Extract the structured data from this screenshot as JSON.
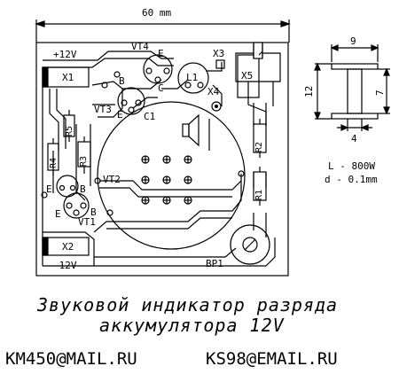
{
  "dimension": {
    "width": "60 mm"
  },
  "terminals": {
    "plus": "+12V",
    "minus": "-12V"
  },
  "connectors": [
    "X1",
    "X2",
    "X3",
    "X4",
    "X5"
  ],
  "transistors": [
    "VT1",
    "VT2",
    "VT3",
    "VT4"
  ],
  "pins": {
    "e": "E",
    "b": "B",
    "c": "C"
  },
  "resistors": [
    "R1",
    "R2",
    "R3",
    "R4",
    "R5"
  ],
  "capacitor": "C1",
  "inductor": "L1",
  "buzzer": "BP1",
  "coil": {
    "width": "9",
    "height_outer": "12",
    "height_inner": "7",
    "core": "4",
    "turns": "L - 800W",
    "wire": "d - 0.1mm"
  },
  "title": {
    "line1": "Звуковой индикатор разряда",
    "line2": "аккумулятора 12V"
  },
  "emails": {
    "left": "KM450@MAIL.RU",
    "right": "KS98@EMAIL.RU"
  }
}
